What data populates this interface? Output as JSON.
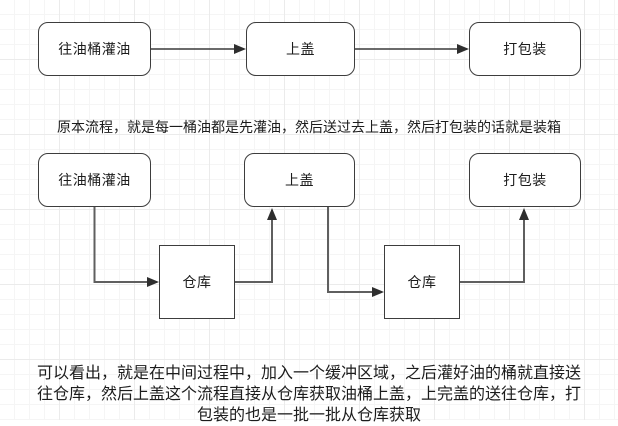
{
  "colors": {
    "canvas-bg": "#ffffff",
    "grid-minor": "#f5f5f5",
    "grid-major": "#ebebeb",
    "node-border": "#3d3d3d",
    "node-fill": "#ffffff",
    "connector": "#5f5f5f",
    "connector-dark": "#3a3a3a",
    "arrowhead": "#2e2e2e",
    "text": "#1c1c1c"
  },
  "flow_original": {
    "steps": [
      "往油桶灌油",
      "上盖",
      "打包装"
    ]
  },
  "flow_buffered": {
    "steps": [
      "往油桶灌油",
      "上盖",
      "打包装"
    ],
    "buffers": [
      "仓库",
      "仓库"
    ]
  },
  "captions": {
    "original": "原本流程，就是每一桶油都是先灌油，然后送过去上盖，然后打包装的话就是装箱",
    "buffered": "可以看出，就是在中间过程中，加入一个缓冲区域，之后灌好油的桶就直接送往仓库，然后上盖这个流程直接从仓库获取油桶上盖，上完盖的送往仓库，打包装的也是一批一批从仓库获取"
  }
}
